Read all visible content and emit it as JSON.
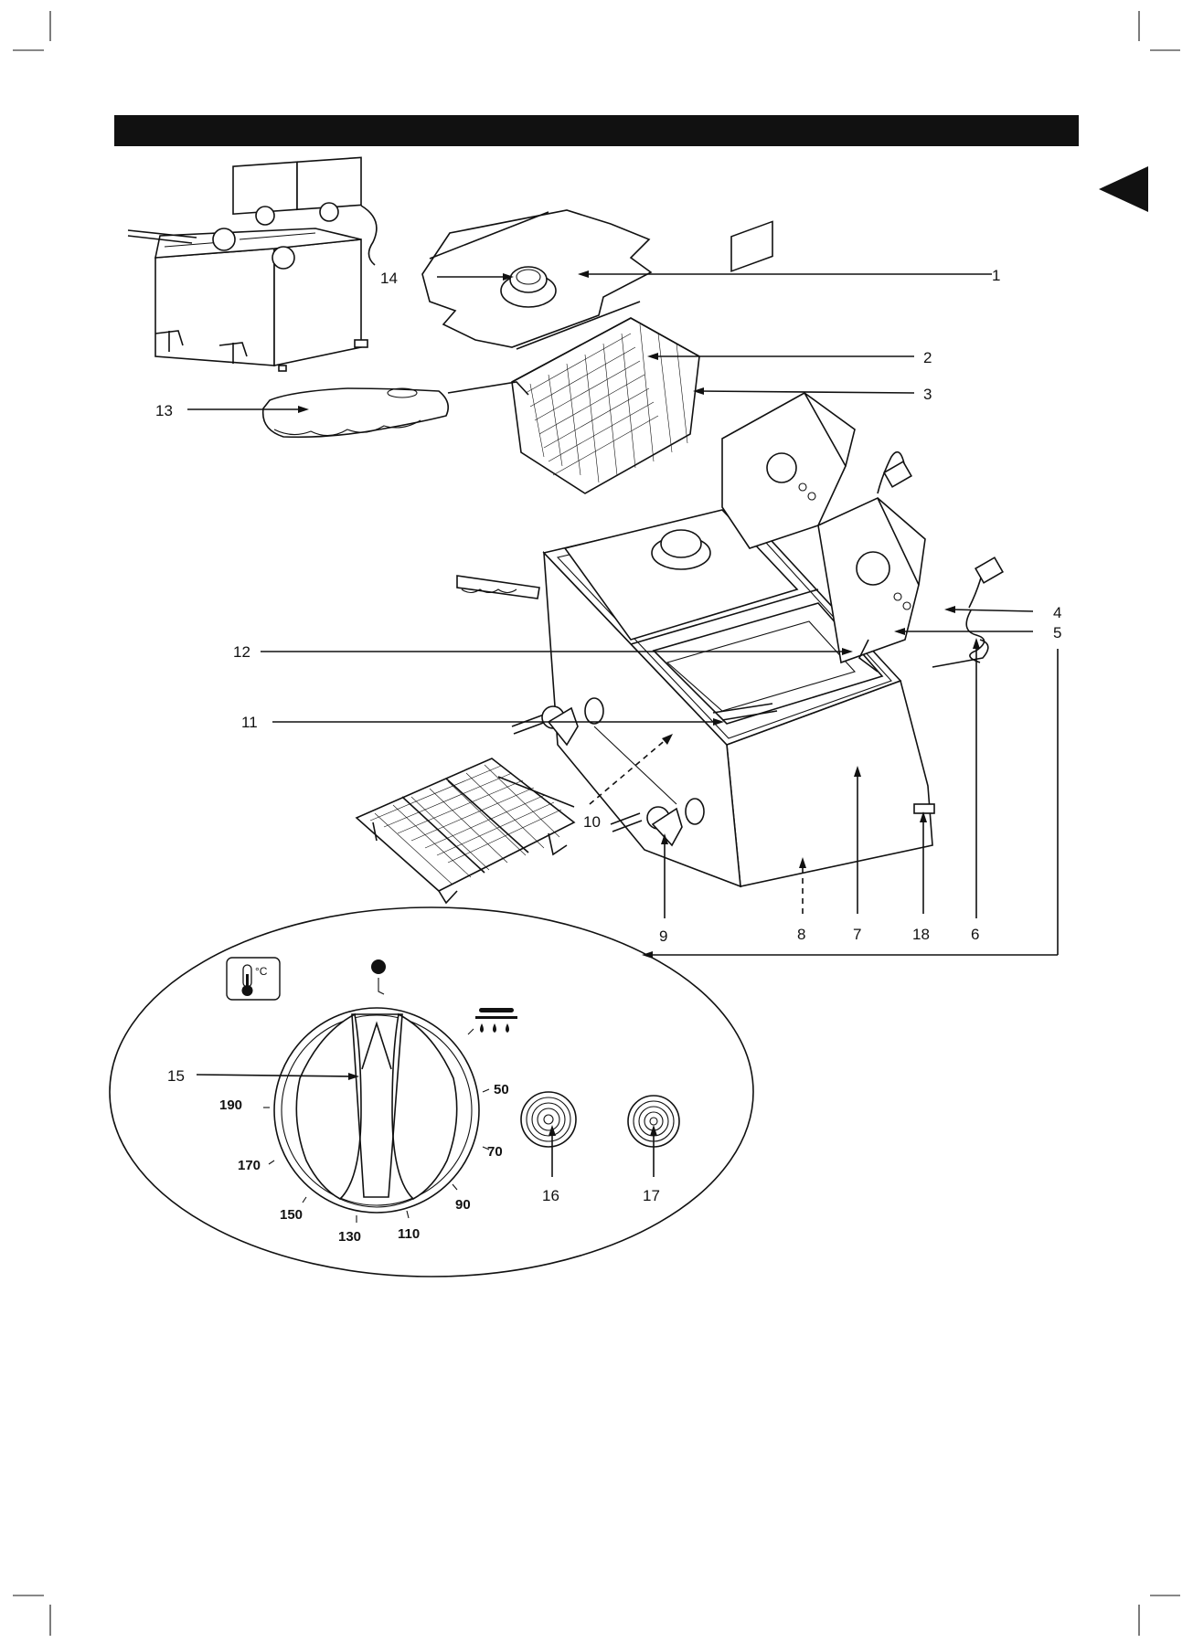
{
  "callouts": [
    {
      "id": "1",
      "label": "1"
    },
    {
      "id": "2",
      "label": "2"
    },
    {
      "id": "3",
      "label": "3"
    },
    {
      "id": "4",
      "label": "4"
    },
    {
      "id": "5",
      "label": "5"
    },
    {
      "id": "6",
      "label": "6"
    },
    {
      "id": "7",
      "label": "7"
    },
    {
      "id": "8",
      "label": "8"
    },
    {
      "id": "9",
      "label": "9"
    },
    {
      "id": "10",
      "label": "10"
    },
    {
      "id": "11",
      "label": "11"
    },
    {
      "id": "12",
      "label": "12"
    },
    {
      "id": "13",
      "label": "13"
    },
    {
      "id": "14",
      "label": "14"
    },
    {
      "id": "15",
      "label": "15"
    },
    {
      "id": "16",
      "label": "16"
    },
    {
      "id": "17",
      "label": "17"
    },
    {
      "id": "18",
      "label": "18"
    }
  ],
  "dial": {
    "unit_symbol": "°C",
    "scale": [
      "50",
      "70",
      "90",
      "110",
      "130",
      "150",
      "170",
      "190"
    ]
  },
  "colors": {
    "ink": "#111111",
    "paper": "#ffffff",
    "header_bar": "#111111"
  },
  "icons": [
    "thermometer-icon",
    "steam-drops-icon",
    "page-arrow-icon",
    "indicator-dot-icon"
  ]
}
